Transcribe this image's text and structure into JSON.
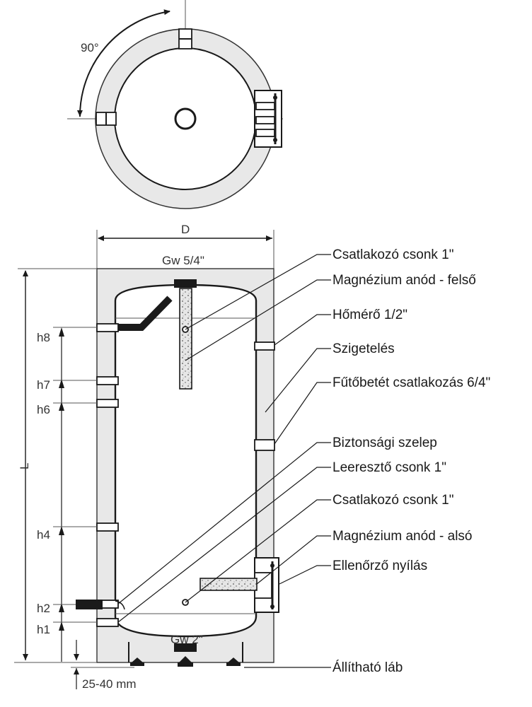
{
  "top_view": {
    "angle_label": "90°"
  },
  "dimensions": {
    "diameter": "D",
    "length": "L",
    "top_thread": "Gw 5/4\"",
    "bottom_thread": "Gw 2\"",
    "foot_range": "25-40 mm",
    "heights": [
      "h8",
      "h7",
      "h6",
      "h4",
      "h2",
      "h1"
    ]
  },
  "callouts": [
    "Csatlakozó csonk 1\"",
    "Magnézium anód - felső",
    "Hőmérő 1/2\"",
    "Szigetelés",
    "Fűtőbetét csatlakozás 6/4\"",
    "Biztonsági szelep",
    "Leeresztő csonk 1\"",
    "Csatlakozó csonk 1\"",
    "Magnézium anód - alsó",
    "Ellenőrző nyílás",
    "Állítható láb"
  ]
}
